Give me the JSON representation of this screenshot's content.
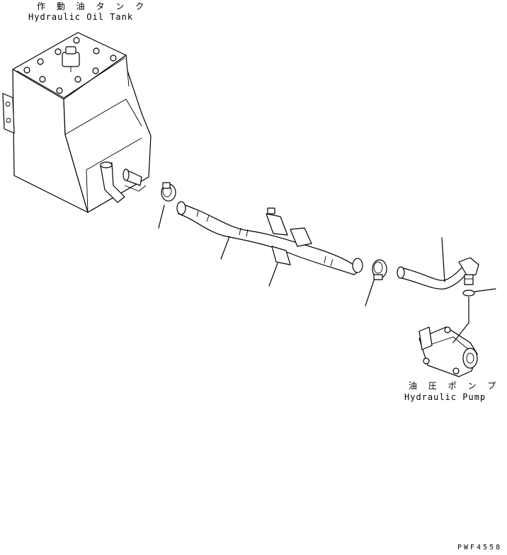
{
  "labels": {
    "tank_jp": "作 動 油 タ ン ク",
    "tank_en": "Hydraulic Oil Tank",
    "pump_jp": "油 圧 ポ ン プ",
    "pump_en": "Hydraulic Pump",
    "drawing_code": "PWF4558"
  },
  "parts": [
    {
      "name": "hydraulic-oil-tank"
    },
    {
      "name": "hose-clamp-1"
    },
    {
      "name": "suction-hose"
    },
    {
      "name": "hose-clamp-2"
    },
    {
      "name": "pump-inlet-tube"
    },
    {
      "name": "elbow-fitting"
    },
    {
      "name": "o-ring"
    },
    {
      "name": "hydraulic-pump"
    }
  ]
}
